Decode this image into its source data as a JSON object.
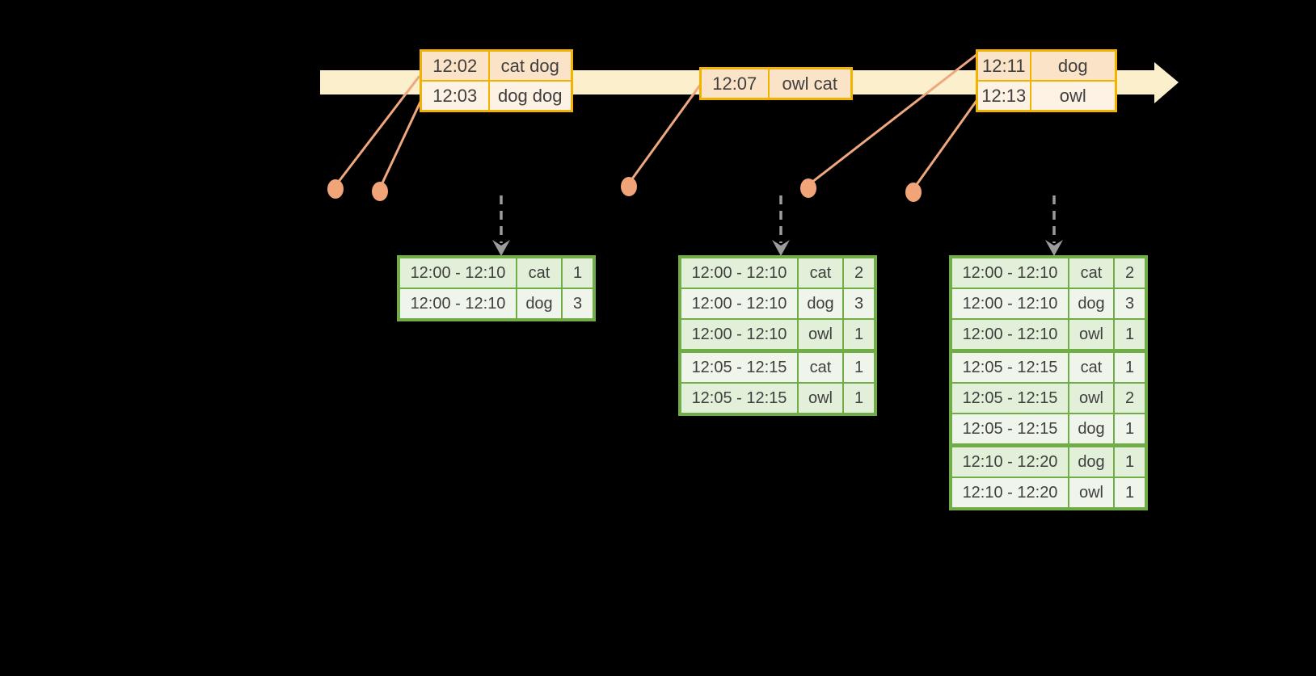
{
  "colors": {
    "background": "#000000",
    "timeline_fill": "#FBF0CB",
    "event_table_border": "#F2B200",
    "event_row_fill_a": "#FBE3C7",
    "event_row_fill_b": "#FDF2E4",
    "connector_orange": "#EFA77E",
    "trigger_arrow_gray": "#9C9C9C",
    "result_table_border": "#70AD47",
    "result_row_fill_a": "#E2EFD9",
    "result_row_fill_b": "#EFF5EA",
    "table_text": "#3F3F3F"
  },
  "event_tables": [
    {
      "rows": [
        {
          "time": "12:02",
          "words": "cat dog"
        },
        {
          "time": "12:03",
          "words": "dog dog"
        }
      ]
    },
    {
      "rows": [
        {
          "time": "12:07",
          "words": "owl cat"
        }
      ]
    },
    {
      "rows": [
        {
          "time": "12:11",
          "words": "dog"
        },
        {
          "time": "12:13",
          "words": "owl"
        }
      ]
    }
  ],
  "result_tables": [
    {
      "rows": [
        {
          "window": "12:00 - 12:10",
          "word": "cat",
          "count": "1"
        },
        {
          "window": "12:00 - 12:10",
          "word": "dog",
          "count": "3"
        }
      ]
    },
    {
      "rows": [
        {
          "window": "12:00 - 12:10",
          "word": "cat",
          "count": "2"
        },
        {
          "window": "12:00 - 12:10",
          "word": "dog",
          "count": "3"
        },
        {
          "window": "12:00 - 12:10",
          "word": "owl",
          "count": "1"
        },
        {
          "window": "12:05 - 12:15",
          "word": "cat",
          "count": "1"
        },
        {
          "window": "12:05 - 12:15",
          "word": "owl",
          "count": "1"
        }
      ]
    },
    {
      "rows": [
        {
          "window": "12:00 - 12:10",
          "word": "cat",
          "count": "2"
        },
        {
          "window": "12:00 - 12:10",
          "word": "dog",
          "count": "3"
        },
        {
          "window": "12:00 - 12:10",
          "word": "owl",
          "count": "1"
        },
        {
          "window": "12:05 - 12:15",
          "word": "cat",
          "count": "1"
        },
        {
          "window": "12:05 - 12:15",
          "word": "owl",
          "count": "2"
        },
        {
          "window": "12:05 - 12:15",
          "word": "dog",
          "count": "1"
        },
        {
          "window": "12:10 - 12:20",
          "word": "dog",
          "count": "1"
        },
        {
          "window": "12:10 - 12:20",
          "word": "owl",
          "count": "1"
        }
      ]
    }
  ]
}
